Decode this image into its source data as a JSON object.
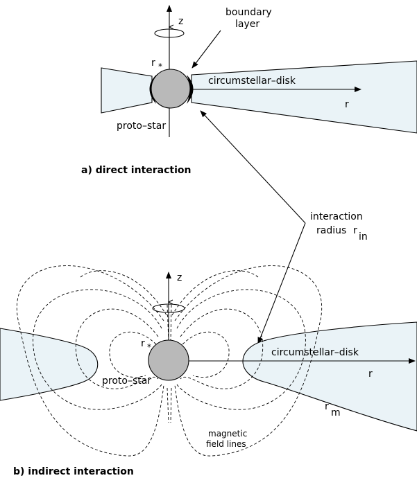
{
  "panel_a": {
    "caption": "a) direct interaction",
    "z_label": "z",
    "r_label": "r",
    "r_star_label": "r",
    "r_star_sub": "*",
    "boundary_label_line1": "boundary",
    "boundary_label_line2": "layer",
    "disk_label": "circumstellar–disk",
    "star_label": "proto–star"
  },
  "panel_b": {
    "caption": "b) indirect interaction",
    "z_label": "z",
    "r_label": "r",
    "r_star_label": "r",
    "r_star_sub": "*",
    "disk_label": "circumstellar–disk",
    "star_label": "proto–star",
    "rm_label": "r",
    "rm_sub": "m",
    "field_label_line1": "magnetic",
    "field_label_line2": "field lines"
  },
  "shared": {
    "interaction_label_line1": "interaction",
    "interaction_label_line2": "radius",
    "interaction_r": "r",
    "interaction_sub": "in"
  },
  "colors": {
    "disk_fill": "#eaf3f7",
    "star_fill": "#b9b9b9",
    "boundary_fill": "#000000"
  }
}
